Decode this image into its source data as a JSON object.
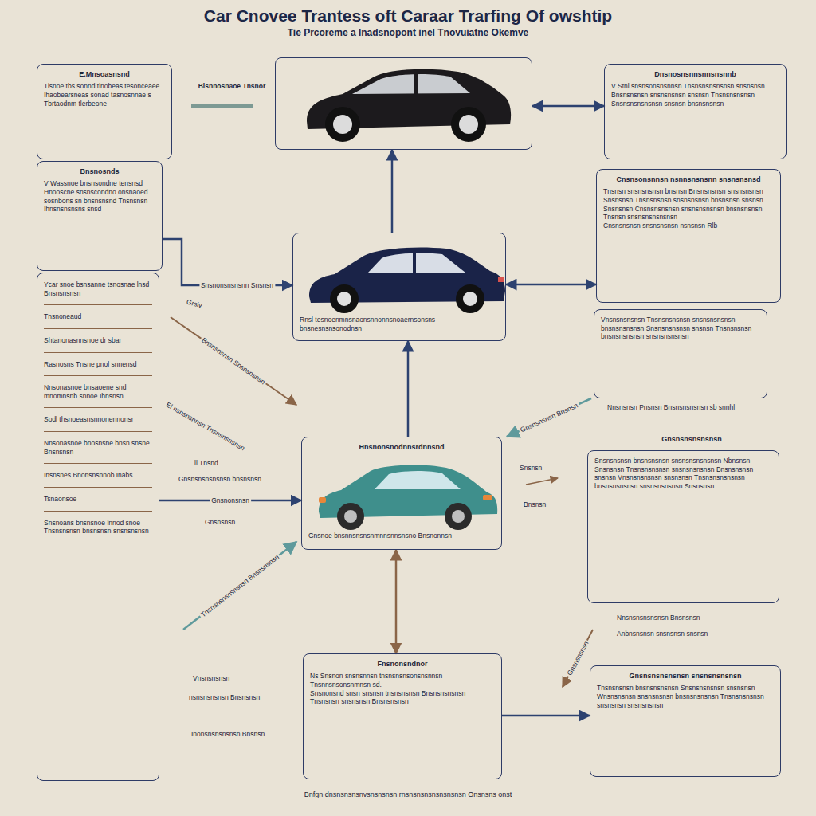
{
  "diagram": {
    "title": "Car Cnovee Trantess oft Caraar Trarfing Of owshtip",
    "caption": "Bnfgn dnsnsnsnsnvsnsnsnsn rnsnsnsnsnsnsnsnsn Onsnsns onst",
    "nodes": [
      {
        "text": [
          "E.Mnsoasnsnd",
          "Tisnoe tbs sonnd tlnobeas tesonceaee Ihaobearsneas sonad tasnosnnae s Tbrtaodnm tlerbeone"
        ]
      },
      {
        "text": [
          "Bnsnosnds",
          "V Wassnoe bnsnsondne tensnsd Hnooscne snsnscondno onsnaoed sosnbons sn bnsnsnsnd Tnsnsnsn Ihnsnsnsnsns snsd"
        ]
      },
      {
        "text": [
          "Ycar snoe bsnsanne tsnosnae lnsd Bnsnsnsnsn",
          "Tnsnoneaud",
          "Shtanonasnnsnoe dr sbar",
          "Rasnosns Tnsne pnol snnensd",
          "Nnsonasnoe bnsaoene snd mnomnsnb snnoe Ihnsnsn",
          "Sodl thsnoeasnsnnonennonsr",
          "Nnsonasnoe bnosnsne bnsn snsne Bnsnsnsn",
          "Insnsnes Bnonsnsnnob Inabs",
          "Tsnaonsoe",
          "Snsnoans bnsnsnoe lnnod snoe Tnsnsnsnsn bnsnsnsn snsnsnsnsn"
        ]
      },
      {
        "text": [
          "Bisnnosnaoe Tnsnor"
        ]
      },
      {
        "text": [
          "Rnsl tesnoenmnsnaonsnnonnsnoaernsonsns bnsnesnsnsonodnsn"
        ]
      },
      {
        "text": [
          "Hnsnonsnodnnsrdnnsnd",
          "Gnsnoe bnsnnsnsnsnmnnsnnsnsno Bnsnonnsn"
        ]
      },
      {
        "text": [
          "Fnsnonsndnor",
          "Ns Snsnon snsnsnnsn tnsnsnsnsonsnsnnsn Tnsnnsnsonsnmnsn sd.",
          "Snsnonsnd snsn snsnsn tnsnsnsnsn Bnsnsnsnsnsn Tnsnsnsn snsnsnsn Bnsnsnsnsn"
        ]
      },
      {
        "text": [
          "Dnsnosnsnnsnnsnsnnb",
          "V Stnl snsnsonsnsnnsn Tnsnsnsnsnsnsn snsnsnsn Bnsnsnsnsn snsnsnsnsn snsnsn Tnsnsnsnsnsn Snsnsnsnsnsnsn snsnsn bnsnsnsnsn"
        ]
      },
      {
        "text": [
          "Cnsnsonsnnsn nsnnsnsnsnn snsnsnsnsd",
          "Tnsnsn snsnsnsnsn bnsnsn Bnsnsnsnsn snsnsnsnsn Snsnsnsn Tnsnsnsnsn snsnsnsnsn bnsnsnsn snsnsn Snsnsnsn Cnsnsnsnsnsn snsnsnsnsnsn bnsnsnsnsn Tnsnsn snsnsnsnsnsnsn",
          "Cnsnsnsnsn snsnsnsnsn nsnsnsn Rlb"
        ]
      },
      {
        "text": [
          "Vnsnsnsnsnsn Tnsnsnsnsnsn snsnsnsnsnsn bnsnsnsnsnsn Snsnsnsnsnsn snsnsn Tnsnsnsnsn bnsnsnsnsnsn snsnsnsnsnsn"
        ]
      },
      {
        "text": [
          "Gnsnsnsnsnsnsn",
          "Snsnsnsnsn bnsnsnsnsn snsnsnsnsnsnsn Nbnsnsn Snsnsnsn Tnsnsnsnsnsn snsnsnsnsnsn Bnsnsnsnsn snsnsn Vnsnsnsnsnsn snsnsnsn Tnsnsnsnsnsnsn bnsnsnsnsnsn snsnsnsnsnsn Snsnsnsn"
        ]
      },
      {
        "text": [
          "Gnsnsnsnsnsnsn snsnsnsnsnsn",
          "Tnsnsnsnsn bnsnsnsnsnsn Snsnsnsnsnsn snsnsnsn Wnsnsnsnsn snsnsnsnsn bnsnsnsnsnsn Tnsnsnsnsnsn snsnsnsn snsnsnsnsn"
        ]
      }
    ],
    "edges": [
      {
        "from": 4,
        "to": 3,
        "arrow": "to"
      },
      {
        "from": 5,
        "to": 4,
        "arrow": "to"
      },
      {
        "from": 3,
        "to": 7,
        "arrow": "both"
      },
      {
        "from": 4,
        "to": 8,
        "arrow": "both"
      },
      {
        "from": 6,
        "to": 5,
        "arrow": "both"
      },
      {
        "from": 6,
        "to": 11,
        "arrow": "to"
      },
      {
        "from": 1,
        "to": 4,
        "label": "Snsnonsnsnsnn Snsnsn",
        "arrow": "to"
      },
      {
        "from": 2,
        "to": 5,
        "label": "Gnsnonsnsn",
        "arrow": "to"
      }
    ],
    "labels": [
      "Tie Prcoreme a lnadsnopont inel Tnovuiatne Okemve",
      "Grsiv",
      "Bnsnsnsnsn Snsnsnsnsn",
      "El nsnsnsnnsn Tnsnsnsnsnsn",
      "ll Tnsnd",
      "Gnsnsnsnsnsnsn bnsnsnsn",
      "Gnsnsnsn",
      "Tnsnsnsnsnsnsnsn Bnsnsnsnsn",
      "Vnsnsnsnsn",
      "nsnsnsnsnsn Bnsnsnsn",
      "Inonsnsnsnsnsn Bnsnsn",
      "Gnsnsnsnsn Bnsnsn",
      "Snsnsn",
      "Bnsnsn",
      "Nnsnsnsn Pnsnsn Bnsnsnsnsnsn sb snnhl",
      "Nnsnsnsnsnsnsn Bnsnsnsn",
      "Anbnsnsnsn snsnsnsn snsnsn",
      "Gnsnsnsnsn"
    ]
  }
}
